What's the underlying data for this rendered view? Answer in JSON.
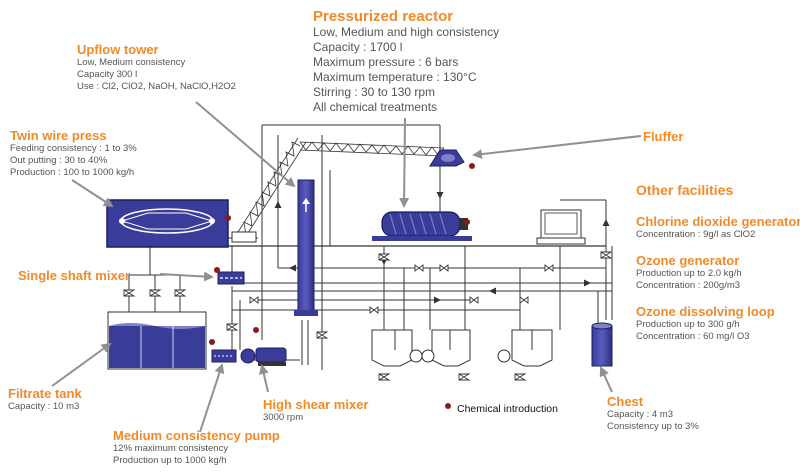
{
  "labels": {
    "pressurized_reactor": {
      "title": "Pressurized reactor",
      "lines": [
        "Low, Medium and high consistency",
        "Capacity : 1700 l",
        "Maximum pressure : 6 bars",
        "Maximum temperature : 130°C",
        "Stirring : 30 to 130 rpm",
        "All chemical treatments"
      ]
    },
    "upflow_tower": {
      "title": "Upflow tower",
      "lines": [
        "Low, Medium consistency",
        "Capacity 300 l",
        "Use : Cl2, ClO2, NaOH, NaClO,H2O2"
      ]
    },
    "twin_wire_press": {
      "title": "Twin wire press",
      "lines": [
        "Feeding consistency : 1 to 3%",
        "Out putting : 30 to 40%",
        "Production : 100 to 1000 kg/h"
      ]
    },
    "fluffer": {
      "title": "Fluffer"
    },
    "single_shaft_mixer": {
      "title": "Single shaft  mixer"
    },
    "filtrate_tank": {
      "title": "Filtrate tank",
      "lines": [
        "Capacity : 10 m3"
      ]
    },
    "high_shear_mixer": {
      "title": "High shear mixer",
      "lines": [
        "3000 rpm"
      ]
    },
    "medium_consistency_pump": {
      "title": "Medium consistency pump",
      "lines": [
        "12% maximum  consistency",
        "Production up to 1000 kg/h"
      ]
    },
    "chest": {
      "title": "Chest",
      "lines": [
        "Capacity : 4 m3",
        "Consistency up to 3%"
      ]
    },
    "other_facilities": {
      "title": "Other facilities"
    },
    "chlorine_dioxide_generator": {
      "title": "Chlorine dioxide generator",
      "lines": [
        "Concentration : 9g/l as ClO2"
      ]
    },
    "ozone_generator": {
      "title": "Ozone generator",
      "lines": [
        "Production up to 2.0 kg/h",
        "Concentration : 200g/m3"
      ]
    },
    "ozone_dissolving_loop": {
      "title": "Ozone dissolving loop",
      "lines": [
        "Production up to 300 g/h",
        "Concentration : 60 mg/l O3"
      ]
    }
  },
  "legend": {
    "label": "Chemical introduction"
  },
  "colors": {
    "accent": "#f28a28",
    "equipment": "#3a3c9a",
    "equipment_light": "#8080c8",
    "chemical_dot": "#8b1a1a",
    "pipe": "#333333",
    "arrow": "#909090"
  }
}
